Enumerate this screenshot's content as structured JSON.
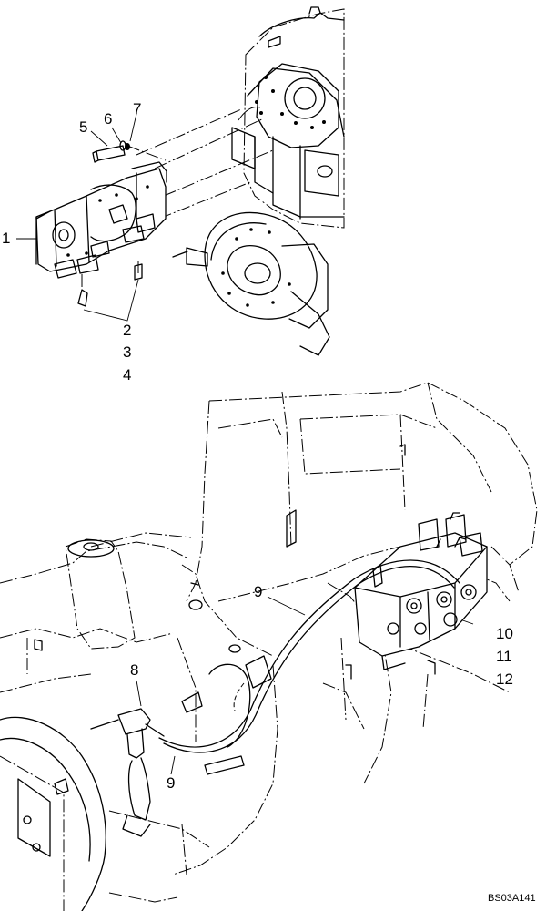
{
  "callouts": {
    "c1": "1",
    "c2": "2",
    "c3": "3",
    "c4": "4",
    "c5": "5",
    "c6": "6",
    "c7": "7",
    "c8": "8",
    "c9a": "9",
    "c9b": "9",
    "c10": "10",
    "c11": "11",
    "c12": "12"
  },
  "reference_code": "BS03A141"
}
